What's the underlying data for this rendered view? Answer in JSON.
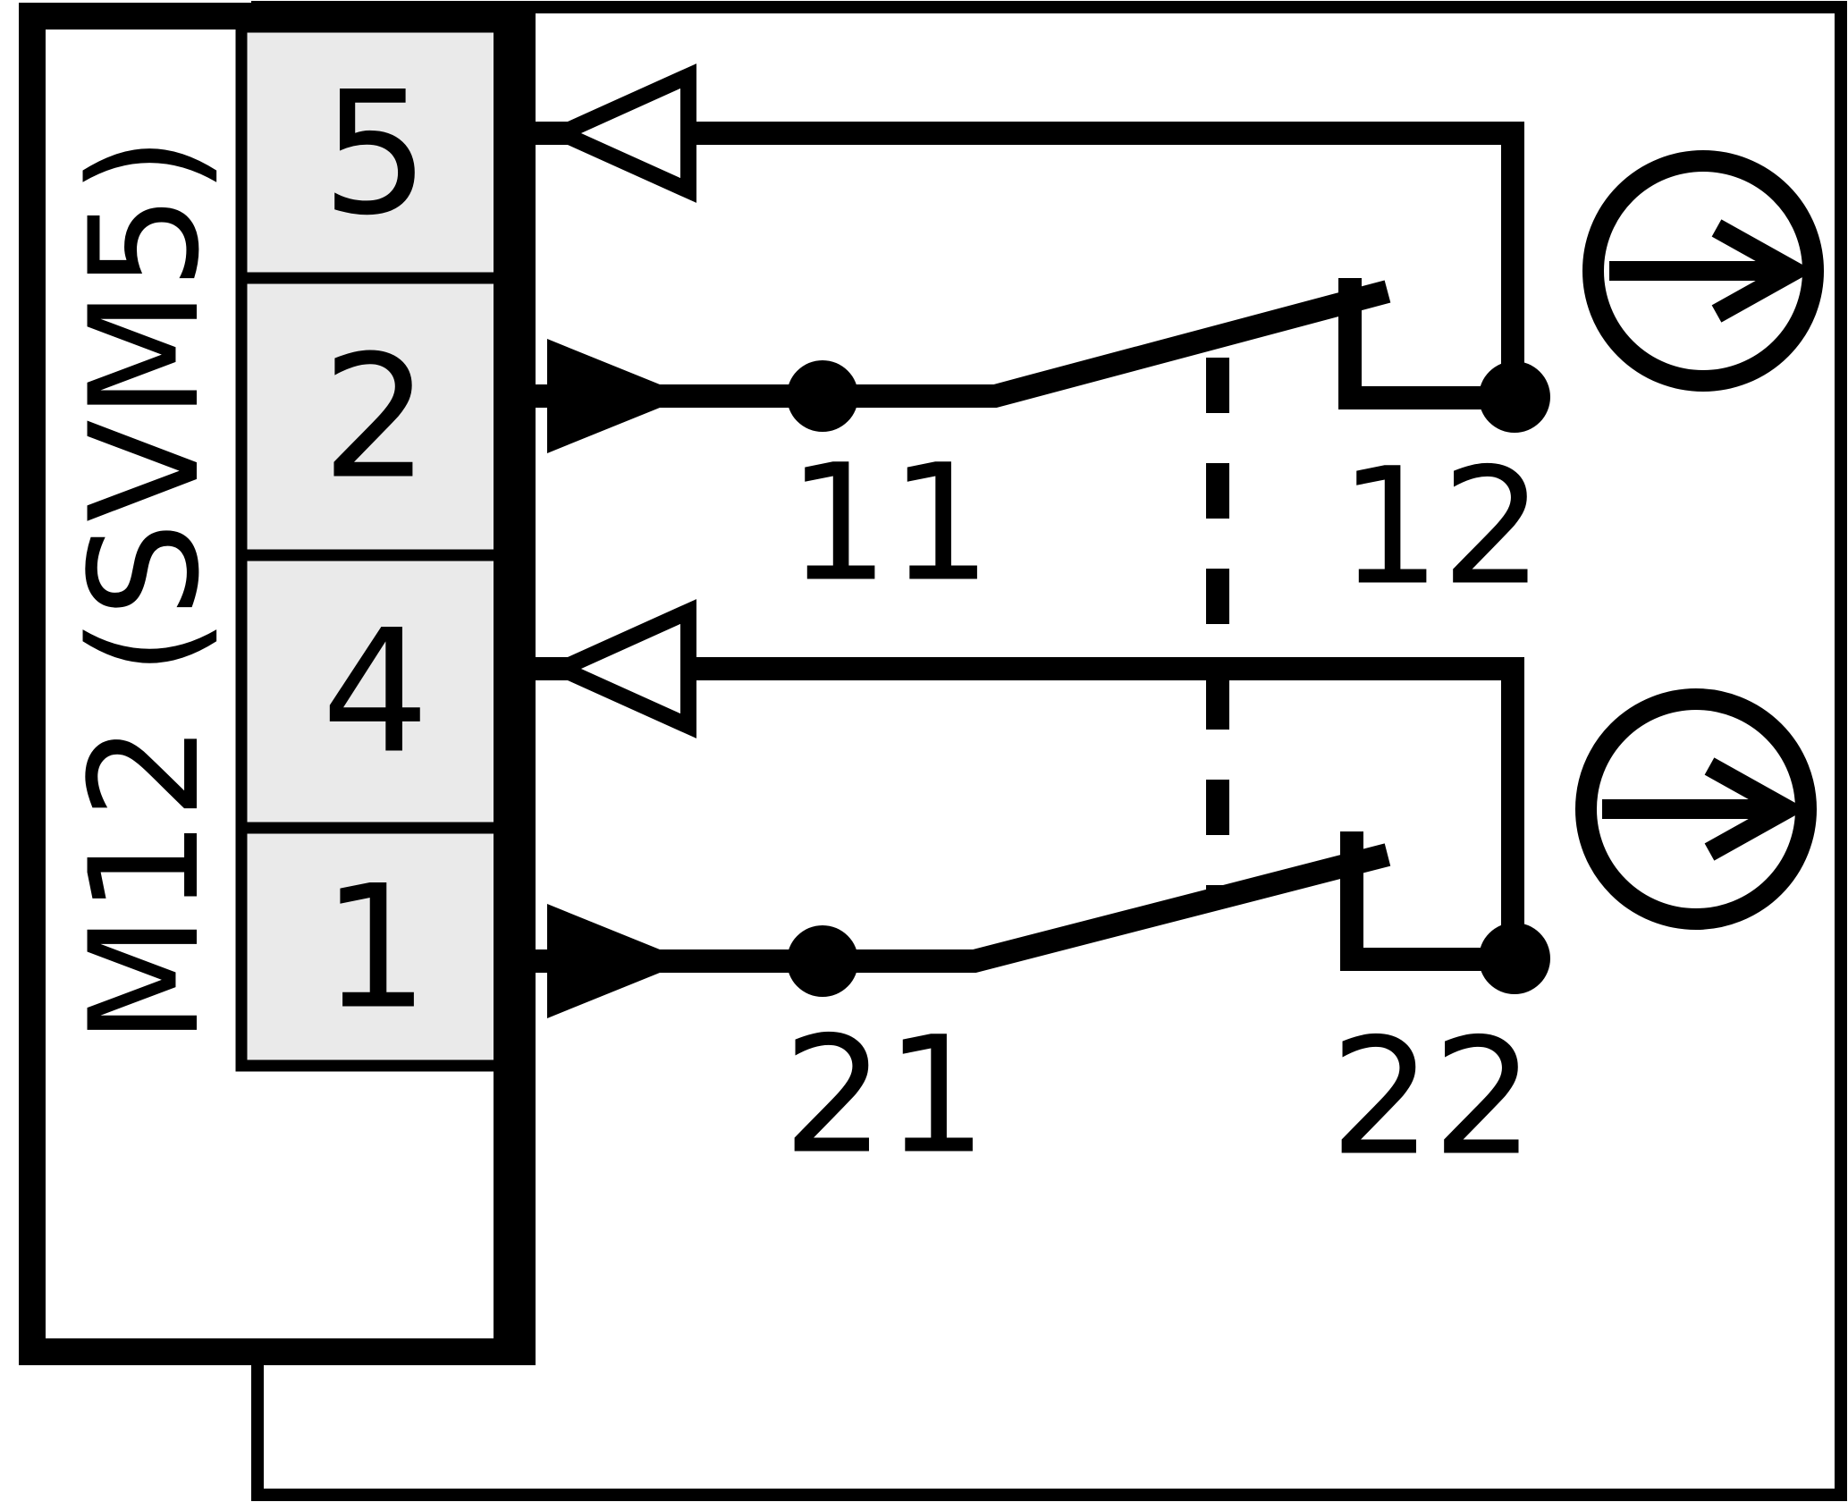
{
  "diagram": {
    "connector": {
      "label": "M12 (SVM5)",
      "pins": [
        "5",
        "2",
        "4",
        "1"
      ]
    },
    "contacts": {
      "contact1": {
        "terminal_common": "11",
        "terminal_nc": "12"
      },
      "contact2": {
        "terminal_common": "21",
        "terminal_nc": "22"
      }
    },
    "colors": {
      "line": "#000000",
      "pin_box_fill": "#eaeaea",
      "background": "#ffffff"
    }
  }
}
